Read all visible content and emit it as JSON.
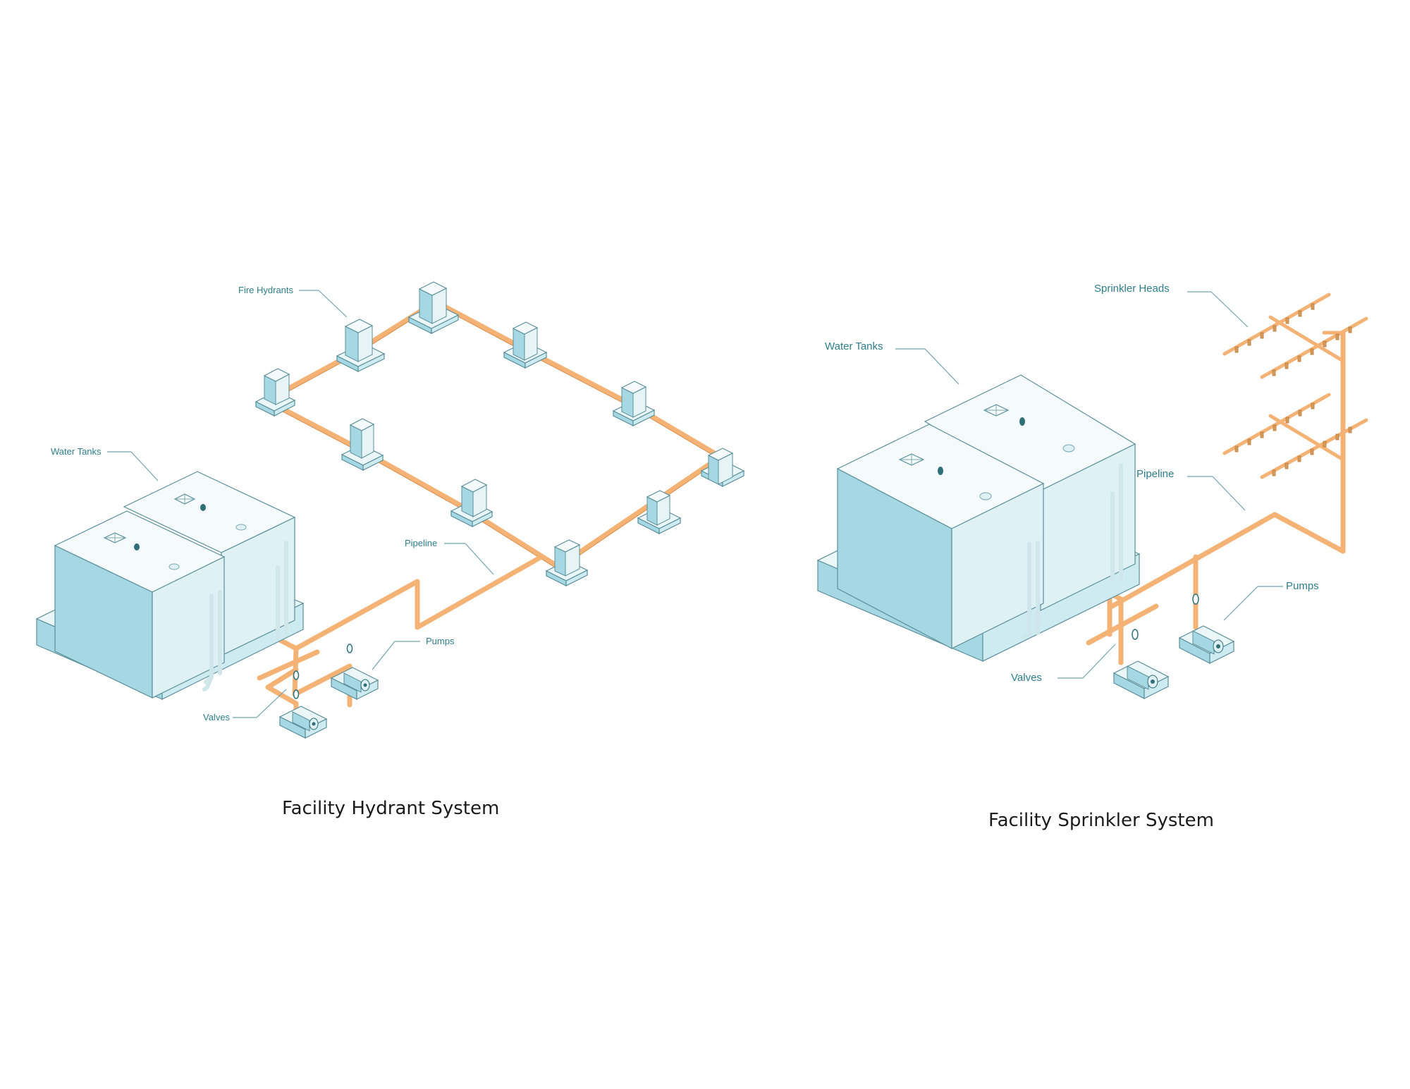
{
  "labels": {
    "hydrant": {
      "fire_hydrants": "Fire Hydrants",
      "water_tanks": "Water Tanks",
      "pipeline": "Pipeline",
      "pumps": "Pumps",
      "valves": "Valves"
    },
    "sprinkler": {
      "sprinkler_heads": "Sprinkler Heads",
      "water_tanks": "Water Tanks",
      "pipeline": "Pipeline",
      "pumps": "Pumps",
      "valves": "Valves"
    }
  },
  "captions": {
    "hydrant": "Facility Hydrant System",
    "sprinkler": "Facility Sprinkler System"
  },
  "colors": {
    "pipe": "#f4b274",
    "tank": "#a6d8e3",
    "label": "#2e7f8a"
  }
}
